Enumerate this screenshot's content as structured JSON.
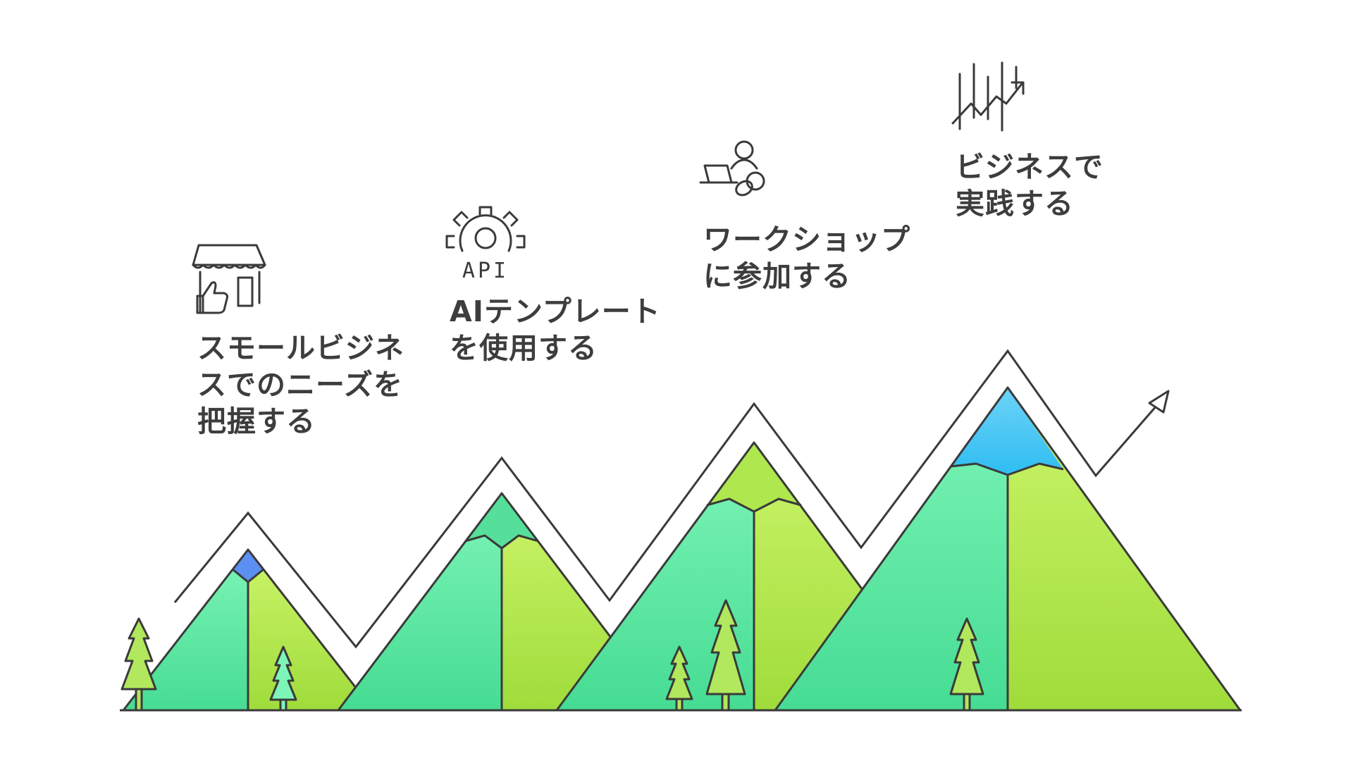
{
  "steps": [
    {
      "lines": [
        "スモールビジネ",
        "スでのニーズを",
        "把握する"
      ],
      "icon": "storefront-thumbs-up-icon"
    },
    {
      "lines": [
        "AIテンプレート",
        "を使用する"
      ],
      "icon": "gear-api-icon",
      "icon_text": "API"
    },
    {
      "lines": [
        "ワークショップ",
        "に参加する"
      ],
      "icon": "laptop-person-icon"
    },
    {
      "lines": [
        "ビジネスで",
        "実践する"
      ],
      "icon": "growth-chart-icon"
    }
  ],
  "colors": {
    "text": "#3d3d3d",
    "outline": "#3a3a3a",
    "green_light": "#7ef5b8",
    "green_dark": "#46dc93",
    "lime_light": "#cdf56a",
    "lime_dark": "#9fdc3b",
    "peak_blue": "#5c8ff2",
    "peak_sky": "#3fc6f5",
    "tree": "#b2e85d"
  }
}
